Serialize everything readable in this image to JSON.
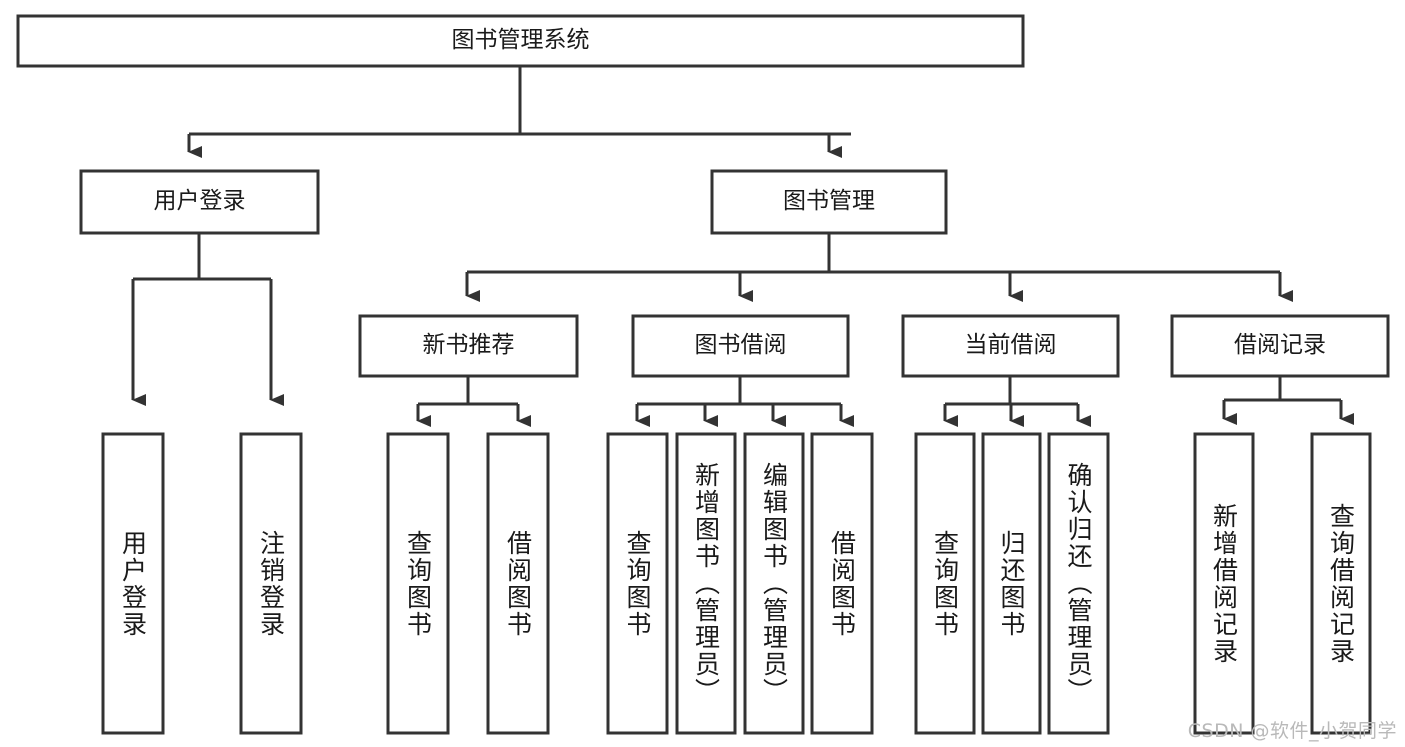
{
  "diagram": {
    "title": "图书管理系统",
    "type": "tree-hierarchy-diagram",
    "watermark": "CSDN @软件_小贺同学",
    "colors": {
      "box_stroke": "#333333",
      "box_fill": "#ffffff",
      "text": "#1a1a1a",
      "watermark": "#b9b9b9",
      "background": "#ffffff"
    },
    "root": {
      "label": "图书管理系统"
    },
    "level2": [
      {
        "label": "用户登录"
      },
      {
        "label": "图书管理"
      }
    ],
    "level3": [
      {
        "label": "新书推荐"
      },
      {
        "label": "图书借阅"
      },
      {
        "label": "当前借阅"
      },
      {
        "label": "借阅记录"
      }
    ],
    "leaves": {
      "user_login": [
        {
          "label": "用户登录"
        },
        {
          "label": "注销登录"
        }
      ],
      "new_book_recommend": [
        {
          "label": "查询图书"
        },
        {
          "label": "借阅图书"
        }
      ],
      "book_borrow": [
        {
          "label": "查询图书"
        },
        {
          "label": "新增图书（管理员）"
        },
        {
          "label": "编辑图书（管理员）"
        },
        {
          "label": "借阅图书"
        }
      ],
      "current_borrow": [
        {
          "label": "查询图书"
        },
        {
          "label": "归还图书"
        },
        {
          "label": "确认归还（管理员）"
        }
      ],
      "borrow_record": [
        {
          "label": "新增借阅记录"
        },
        {
          "label": "查询借阅记录"
        }
      ]
    }
  }
}
